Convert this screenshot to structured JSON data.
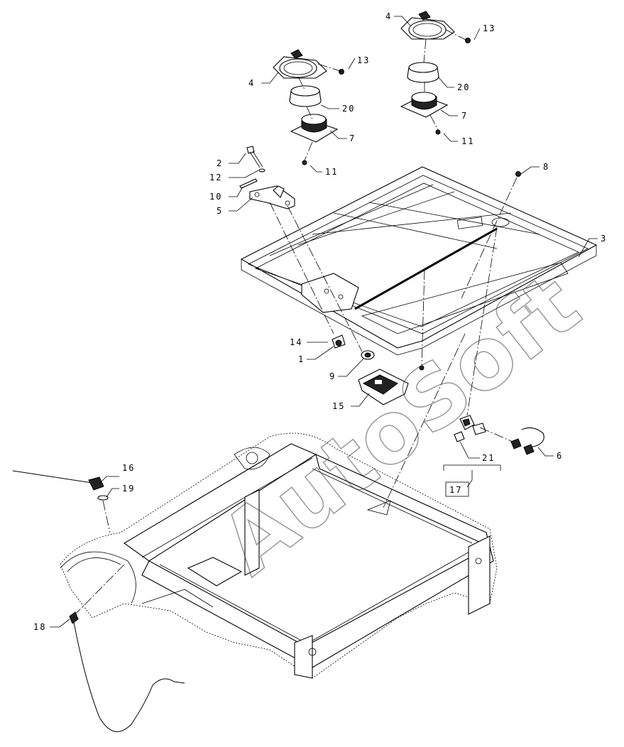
{
  "watermark": "AutoSoft",
  "callouts": {
    "c4a": "4",
    "c13a": "13",
    "c4b": "4",
    "c13b": "13",
    "c20a": "20",
    "c20b": "20",
    "c7a": "7",
    "c7b": "7",
    "c11a": "11",
    "c11b": "11",
    "c2": "2",
    "c12": "12",
    "c10": "10",
    "c5": "5",
    "c8": "8",
    "c3": "3",
    "c14": "14",
    "c1": "1",
    "c9": "9",
    "c15": "15",
    "c16": "16",
    "c19": "19",
    "c21": "21",
    "c17": "17",
    "c6": "6",
    "c18": "18"
  }
}
